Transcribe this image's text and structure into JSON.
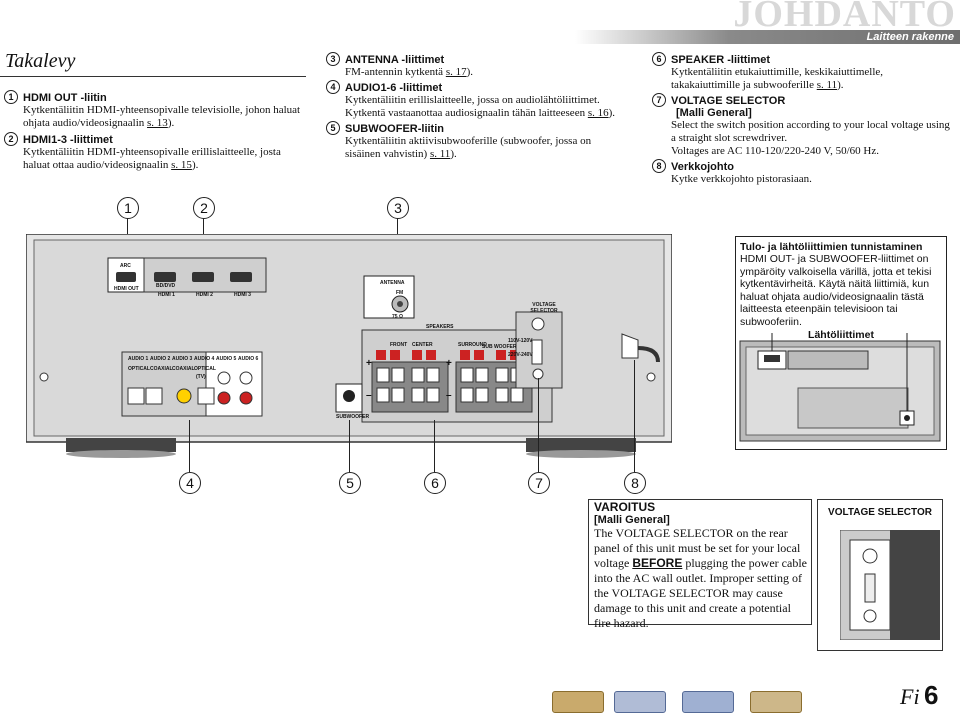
{
  "header": {
    "chapter": "JOHDANTO",
    "subtitle": "Laitteen rakenne"
  },
  "page_title": "Takalevy",
  "items_left": [
    {
      "num": "1",
      "title": "HDMI OUT -liitin",
      "desc": "Kytkentäliitin HDMI-yhteensopivalle televisiolle, johon haluat ohjata audio/videosignaalin",
      "ref": "s. 13",
      "tail": ")."
    },
    {
      "num": "2",
      "title": "HDMI1-3 -liittimet",
      "desc": "Kytkentäliitin HDMI-yhteensopivalle erillislaitteelle, josta haluat ottaa audio/videosignaalin",
      "ref": "s. 15",
      "tail": ")."
    }
  ],
  "items_mid": [
    {
      "num": "3",
      "title": "ANTENNA -liittimet",
      "desc": "FM-antennin kytkentä",
      "ref": "s. 17",
      "tail": ")."
    },
    {
      "num": "4",
      "title": "AUDIO1-6 -liittimet",
      "desc": "Kytkentäliitin erillislaitteelle, jossa on audiolähtöliittimet. Kytkentä vastaanottaa audiosignaalin tähän laitteeseen",
      "ref": "s. 16",
      "tail": ")."
    },
    {
      "num": "5",
      "title": "SUBWOOFER-liitin",
      "desc": "Kytkentäliitin aktiivisubwooferille (subwoofer, jossa on sisäinen vahvistin)",
      "ref": "s. 11",
      "tail": ")."
    }
  ],
  "items_right": [
    {
      "num": "6",
      "title": "SPEAKER -liittimet",
      "desc": "Kytkentäliitin etukaiuttimille, keskikaiuttimelle, takakaiuttimille ja subwooferille",
      "ref": "s. 11",
      "tail": ")."
    },
    {
      "num": "7",
      "title": "VOLTAGE SELECTOR",
      "title2": "[Malli General]",
      "desc": "Select the switch position according to your local voltage using a straight slot screwdriver.",
      "desc2": "Voltages are AC 110-120/220-240 V, 50/60 Hz."
    },
    {
      "num": "8",
      "title": "Verkkojohto",
      "desc": "Kytke verkkojohto pistorasiaan."
    }
  ],
  "callouts_top": [
    "1",
    "2",
    "3"
  ],
  "callouts_bottom": [
    "4",
    "5",
    "6",
    "7",
    "8"
  ],
  "panel_labels": {
    "hdmi_out": "HDMI OUT",
    "arc": "ARC",
    "bdvd": "BD/DVD",
    "hdmi1": "HDMI 1",
    "hdmi2": "HDMI 2",
    "hdmi3": "HDMI 3",
    "antenna": "ANTENNA",
    "fm": "FM",
    "ohm": "75 Ω",
    "speakers": "SPEAKERS",
    "front": "FRONT",
    "center": "CENTER",
    "surround": "SURROUND",
    "sub_woofer": "SUB WOOFER",
    "voltage_selector": "VOLTAGE SELECTOR",
    "v110": "110V-120V",
    "v220": "220V-240V",
    "audio1": "AUDIO 1",
    "audio2": "AUDIO 2",
    "audio3": "AUDIO 3",
    "audio4": "AUDIO 4",
    "audio5": "AUDIO 5",
    "audio6": "AUDIO 6",
    "optical": "OPTICAL",
    "coaxial": "COAXIAL",
    "coaxial2": "COAXIAL",
    "optical2": "OPTICAL",
    "tv": "(TV)",
    "subwoofer": "SUBWOOFER",
    "plus": "+",
    "minus": "–"
  },
  "infobox": {
    "title": "Tulo- ja lähtöliittimien tunnistaminen",
    "body": "HDMI OUT- ja SUBWOOFER-liittimet on ympäröity valkoisella värillä, jotta et tekisi kytkentävirheitä. Käytä näitä liittimiä, kun haluat ohjata audio/videosignaalin tästä laitteesta eteenpäin televisioon tai subwooferiin.",
    "label": "Lähtöliittimet"
  },
  "caution": {
    "title": "VAROITUS",
    "model": "[Malli General]",
    "pre": "The VOLTAGE SELECTOR on the rear panel of this unit must be set for your local voltage",
    "strong": "BEFORE",
    "post": "plugging the power cable into the AC wall outlet. Improper setting of the VOLTAGE SELECTOR may cause damage to this unit and create a potential fire hazard."
  },
  "vs_box": {
    "title": "VOLTAGE SELECTOR"
  },
  "footer": {
    "prefix": "Fi",
    "page": "6"
  }
}
